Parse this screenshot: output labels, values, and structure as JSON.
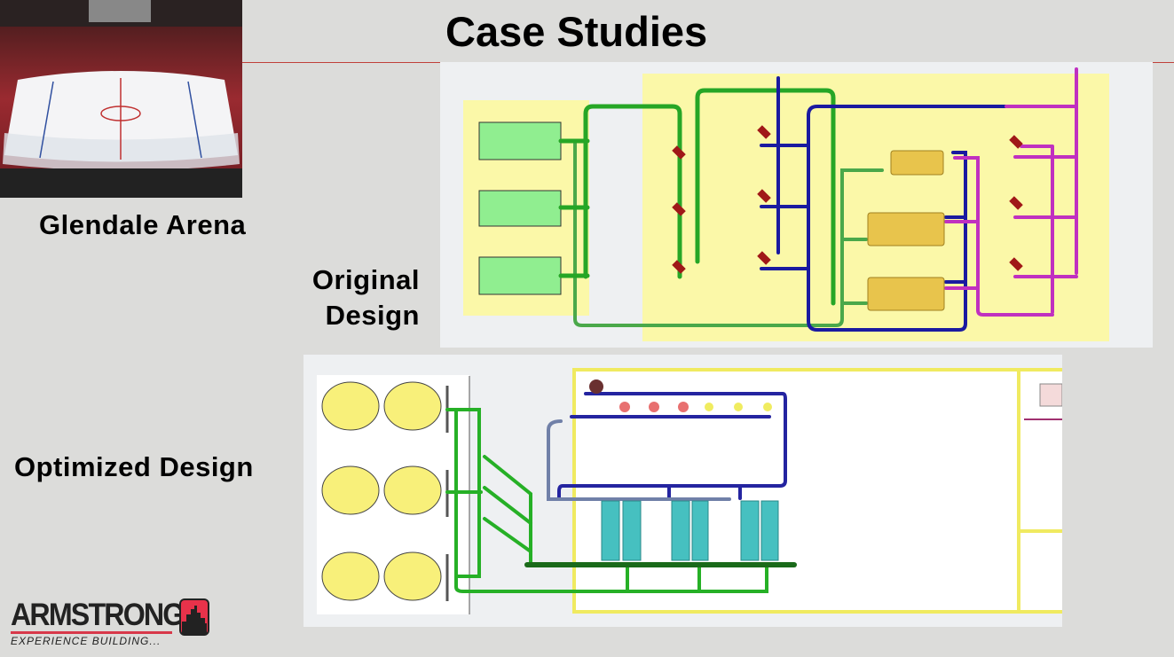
{
  "slide": {
    "title": "Case Studies",
    "arena_label": "Glendale Arena",
    "original_label_line1": "Original",
    "original_label_line2": "Design",
    "optimized_label": "Optimized Design"
  },
  "logo": {
    "brand": "ARMSTRONG",
    "tagline": "EXPERIENCE BUILDING..."
  },
  "colors": {
    "supply_pipe": "#2fa82f",
    "return_pipe": "#1a1aa0",
    "hot_pipe": "#c030c0",
    "zone_fill": "#fbf8a8",
    "accent_red": "#d8384a"
  }
}
